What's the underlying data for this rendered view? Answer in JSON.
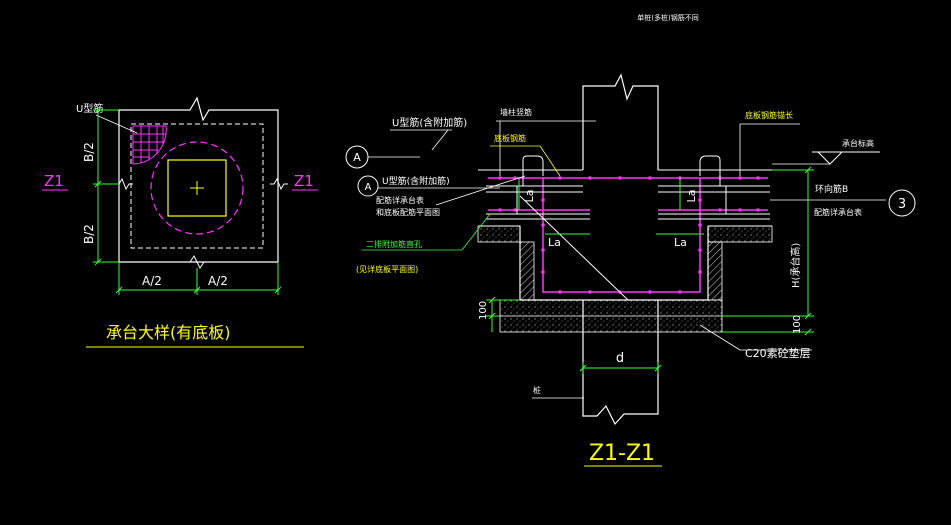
{
  "top_note": "单桩(多桩)钢筋不同",
  "plan": {
    "u_bar_label": "U型筋",
    "section_mark_left": "Z1",
    "section_mark_right": "Z1",
    "dim_b_half_top": "B/2",
    "dim_b_half_bottom": "B/2",
    "dim_a_half_left": "A/2",
    "dim_a_half_right": "A/2",
    "title": "承台大样(有底板)"
  },
  "section": {
    "u_bar_upper": "U型筋(含附加筋)",
    "u_bar_lower": "U型筋(含附加筋)",
    "callout_a": "A",
    "column_rebar_note": "墙柱竖筋",
    "bottom_plate_rebar": "底板钢筋",
    "pile_cap_note_1": "配筋详承台表",
    "pile_cap_note_2": "和底板配筋平面图",
    "extra_bar_1": "二排附加筋直孔",
    "extra_bar_2": "(见详底板平面图)",
    "bottom_rebar_anchor": "底板钢筋锚长",
    "elevation_note": "承台标高",
    "ring_bar": "环向筋B",
    "ring_bar_note": "配筋详承台表",
    "callout_3": "3",
    "la_1": "La",
    "la_2": "La",
    "la_3": "La",
    "la_4": "La",
    "h_label": "H(承台高)",
    "dim_100_left": "100",
    "dim_100_right": "100",
    "dim_d": "d",
    "concrete_cushion": "C20素砼垫层",
    "pile_label": "桩",
    "title": "Z1-Z1"
  },
  "colors": {
    "background": "#000000",
    "structure": "#ffffff",
    "rebar": "#ff33ff",
    "dimension": "#33ff33",
    "title": "#ffff00",
    "section_mark": "#ff33ff",
    "concrete_hatch": "#bbbbbb"
  }
}
